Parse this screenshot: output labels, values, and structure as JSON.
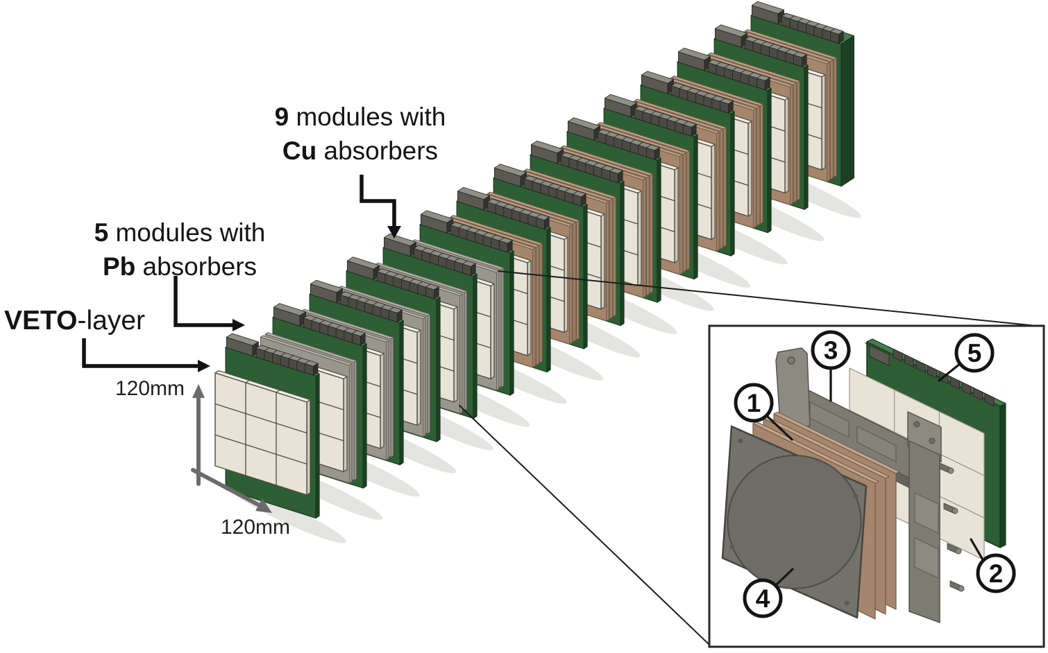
{
  "figure": {
    "annotations": {
      "cu_label": {
        "prefix": "9",
        "line1": " modules with",
        "element": "Cu",
        "line2": " absorbers"
      },
      "pb_label": {
        "prefix": "5",
        "line1": " modules with",
        "element": "Pb",
        "line2": " absorbers"
      },
      "veto_label": {
        "bold": "VETO",
        "rest": "-layer"
      },
      "height_dim": "120mm",
      "width_dim": "120mm"
    },
    "assembly": {
      "veto_modules": 1,
      "pb_modules": 5,
      "cu_modules": 9,
      "tiles_per_side": 3
    },
    "inset": {
      "callouts": [
        "1",
        "2",
        "3",
        "4",
        "5"
      ]
    },
    "colors": {
      "background": "#ffffff",
      "scint_front": "#e7e3d7",
      "scint_top": "#f1efe5",
      "scint_side": "#cfcbbe",
      "grid_line": "#4e4c44",
      "pcb_face": "#2e5e34",
      "pcb_top": "#477a4d",
      "pcb_side": "#1c4022",
      "pcb_edge": "#143219",
      "conn_front": "#4b4b43",
      "conn_top": "#8d8d83",
      "conn_side": "#33332d",
      "conn_edge": "#22221e",
      "bar_front": "#5a5a52",
      "bar_top": "#909086",
      "cu_top": "#c2a58b",
      "cu_side": "#a5866c",
      "cu_edge": "#6e5947",
      "pb_top": "#b6b4aa",
      "pb_side": "#99978d",
      "pb_edge": "#63615b",
      "shadow": "#c9c9c4",
      "arrow_black": "#111111",
      "arrow_gray": "#6b6b6b",
      "inset_border": "#262626",
      "plate_face": "#73736b",
      "plate_face2": "#6d6d65",
      "bracket_light": "#8b8b82",
      "bracket_mid": "#7c7c73",
      "callout_stroke": "#141414",
      "callout_fill": "#ffffff"
    }
  }
}
